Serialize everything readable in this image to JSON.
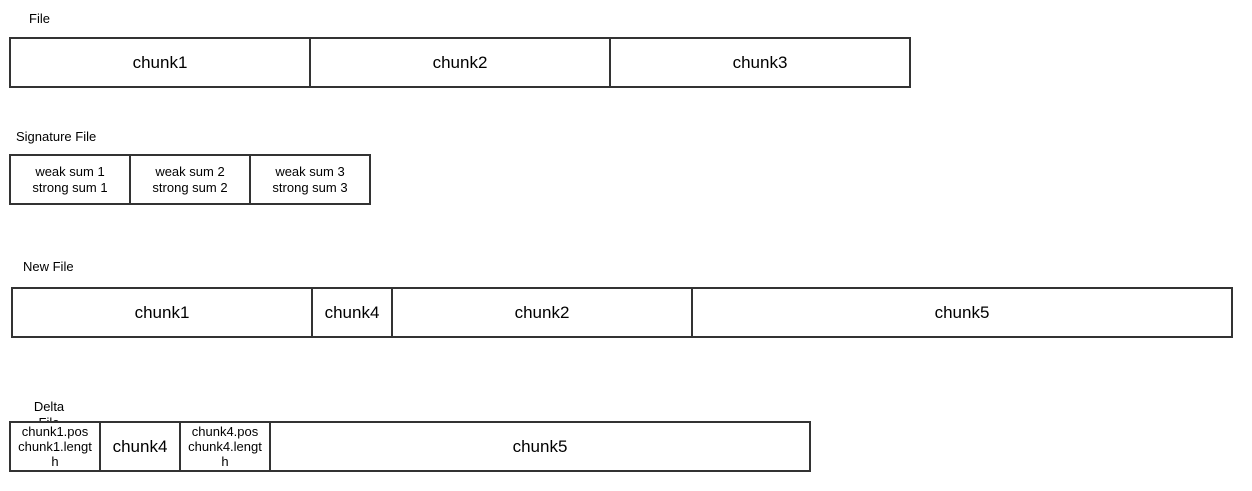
{
  "file": {
    "label": "File",
    "chunks": [
      "chunk1",
      "chunk2",
      "chunk3"
    ]
  },
  "signature": {
    "label": "Signature File",
    "cells": [
      {
        "weak": "weak sum 1",
        "strong": "strong sum 1"
      },
      {
        "weak": "weak sum 2",
        "strong": "strong sum 2"
      },
      {
        "weak": "weak sum 3",
        "strong": "strong sum 3"
      }
    ]
  },
  "new_file": {
    "label": "New File",
    "chunks": [
      "chunk1",
      "chunk4",
      "chunk2",
      "chunk5"
    ]
  },
  "delta": {
    "label": "Delta File",
    "ref1": {
      "pos": "chunk1.pos",
      "length": "chunk1.length"
    },
    "chunk4": "chunk4",
    "ref2": {
      "pos": "chunk4.pos",
      "length": "chunk4.length"
    },
    "chunk5": "chunk5"
  }
}
